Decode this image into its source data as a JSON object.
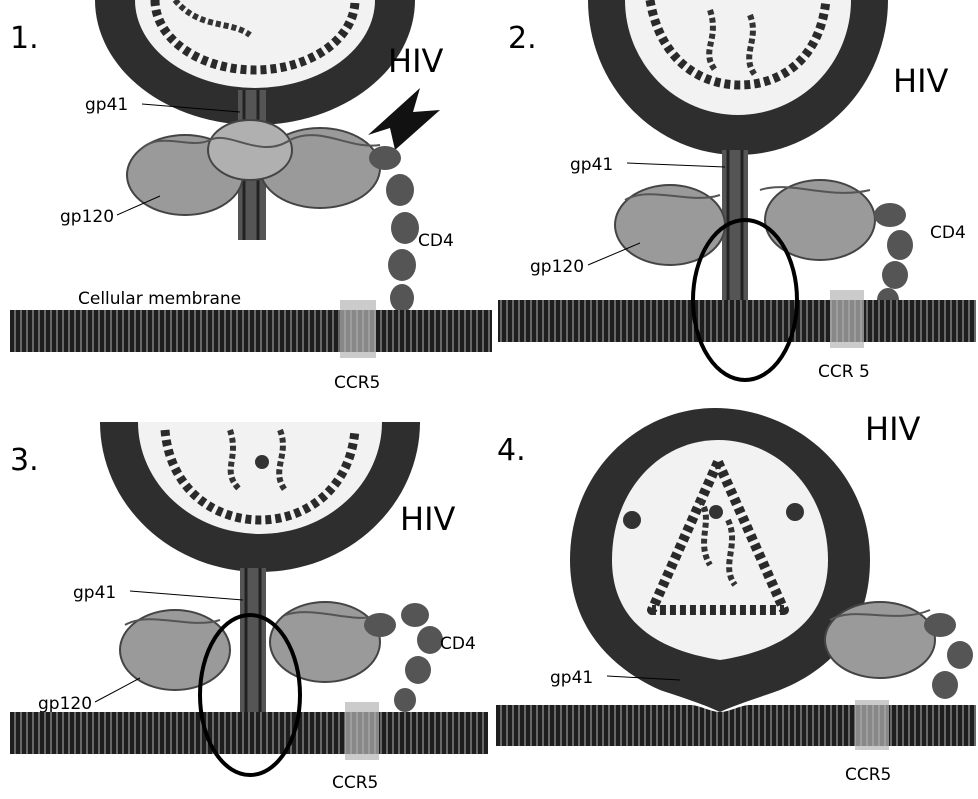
{
  "panels": [
    {
      "number": "1.",
      "virus": "HIV",
      "labels": {
        "gp41": "gp41",
        "gp120": "gp120",
        "cd4": "CD4",
        "membrane": "Cellular membrane",
        "ccr5": "CCR5"
      }
    },
    {
      "number": "2.",
      "virus": "HIV",
      "labels": {
        "gp41": "gp41",
        "gp120": "gp120",
        "cd4": "CD4",
        "ccr5": "CCR 5"
      }
    },
    {
      "number": "3.",
      "virus": "HIV",
      "labels": {
        "gp41": "gp41",
        "gp120": "gp120",
        "cd4": "CD4",
        "ccr5": "CCR5"
      }
    },
    {
      "number": "4.",
      "virus": "HIV",
      "labels": {
        "gp41": "gp41",
        "ccr5": "CCR5"
      }
    }
  ],
  "colors": {
    "membrane": "#2b2b2b",
    "membrane_light": "#6a6a6a",
    "capsid": "#3a3a3a",
    "protein": "#8a8a8a",
    "circle": "#000000"
  }
}
